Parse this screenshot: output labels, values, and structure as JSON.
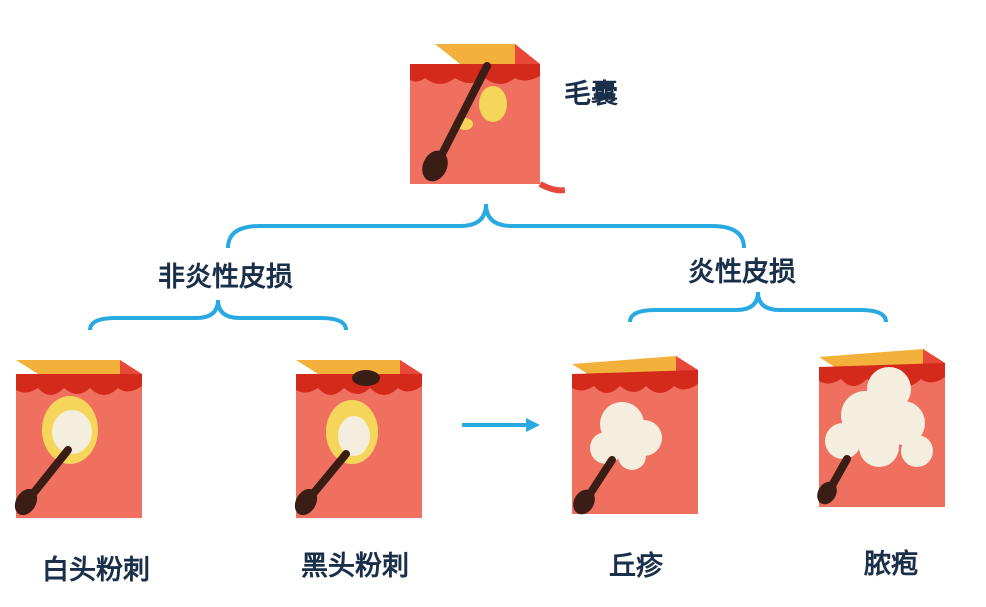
{
  "root": {
    "label": "毛囊"
  },
  "groups": [
    {
      "label": "非炎性皮损"
    },
    {
      "label": "炎性皮损"
    }
  ],
  "lesions": [
    {
      "label": "白头粉刺"
    },
    {
      "label": "黑头粉刺"
    },
    {
      "label": "丘疹"
    },
    {
      "label": "脓疱"
    }
  ],
  "colors": {
    "skin_face": "#f07060",
    "skin_top": "#f3b13c",
    "skin_side": "#e8483a",
    "dermis_line": "#d42a1c",
    "hair": "#3a1d14",
    "sebum": "#f6d65a",
    "pus": "#f4eede",
    "bracket": "#29a9e1",
    "label": "#1a2f4a"
  },
  "icons": [
    "hair-follicle-icon",
    "whitehead-icon",
    "blackhead-icon",
    "papule-icon",
    "pustule-icon",
    "arrow-right-icon"
  ]
}
